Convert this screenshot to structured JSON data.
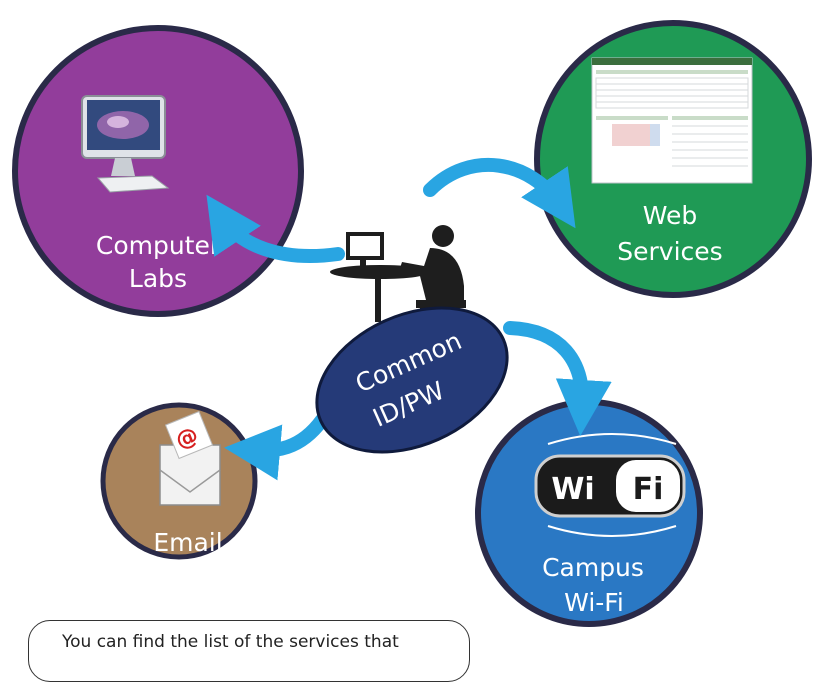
{
  "center": {
    "line1": "Common",
    "line2": "ID/PW"
  },
  "nodes": {
    "computer_labs": {
      "line1": "Computer",
      "line2": "Labs"
    },
    "web_services": {
      "line1": "Web",
      "line2": "Services"
    },
    "email": {
      "label": "Email"
    },
    "wifi": {
      "line1": "Campus",
      "line2": "Wi-Fi",
      "logo_left": "Wi",
      "logo_right": "Fi"
    }
  },
  "note": {
    "text": "You can find the list of the services that"
  },
  "colors": {
    "computer_labs": "#923d9b",
    "web_services": "#1f9a55",
    "email": "#a9835b",
    "wifi": "#2a78c4",
    "center": "#253a78",
    "arrow": "#29a5e2"
  }
}
